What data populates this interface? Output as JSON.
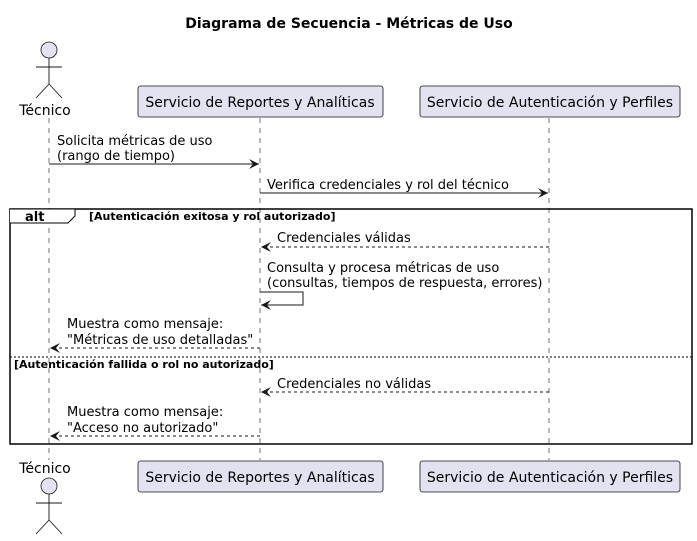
{
  "title": "Diagrama de Secuencia - Métricas de Uso",
  "participants": {
    "tecnico": "Técnico",
    "reportes": "Servicio de Reportes y Analíticas",
    "auth": "Servicio de Autenticación y Perfiles"
  },
  "messages": {
    "m1": [
      "Solicita métricas de uso",
      "(rango de tiempo)"
    ],
    "m2": "Verifica credenciales y rol del técnico",
    "m3": "Credenciales válidas",
    "m4": [
      "Consulta y procesa métricas de uso",
      "(consultas, tiempos de respuesta, errores)"
    ],
    "m5": [
      "Muestra como mensaje:",
      "\"Métricas de uso detalladas\""
    ],
    "m6": "Credenciales no válidas",
    "m7": [
      "Muestra como mensaje:",
      "\"Acceso no autorizado\""
    ]
  },
  "alt": {
    "keyword": "alt",
    "guard1": "[Autenticación exitosa y rol autorizado]",
    "guard2": "[Autenticación fallida o rol no autorizado]"
  },
  "colors": {
    "participant_fill": "#E2E2F0",
    "border": "#181818"
  }
}
